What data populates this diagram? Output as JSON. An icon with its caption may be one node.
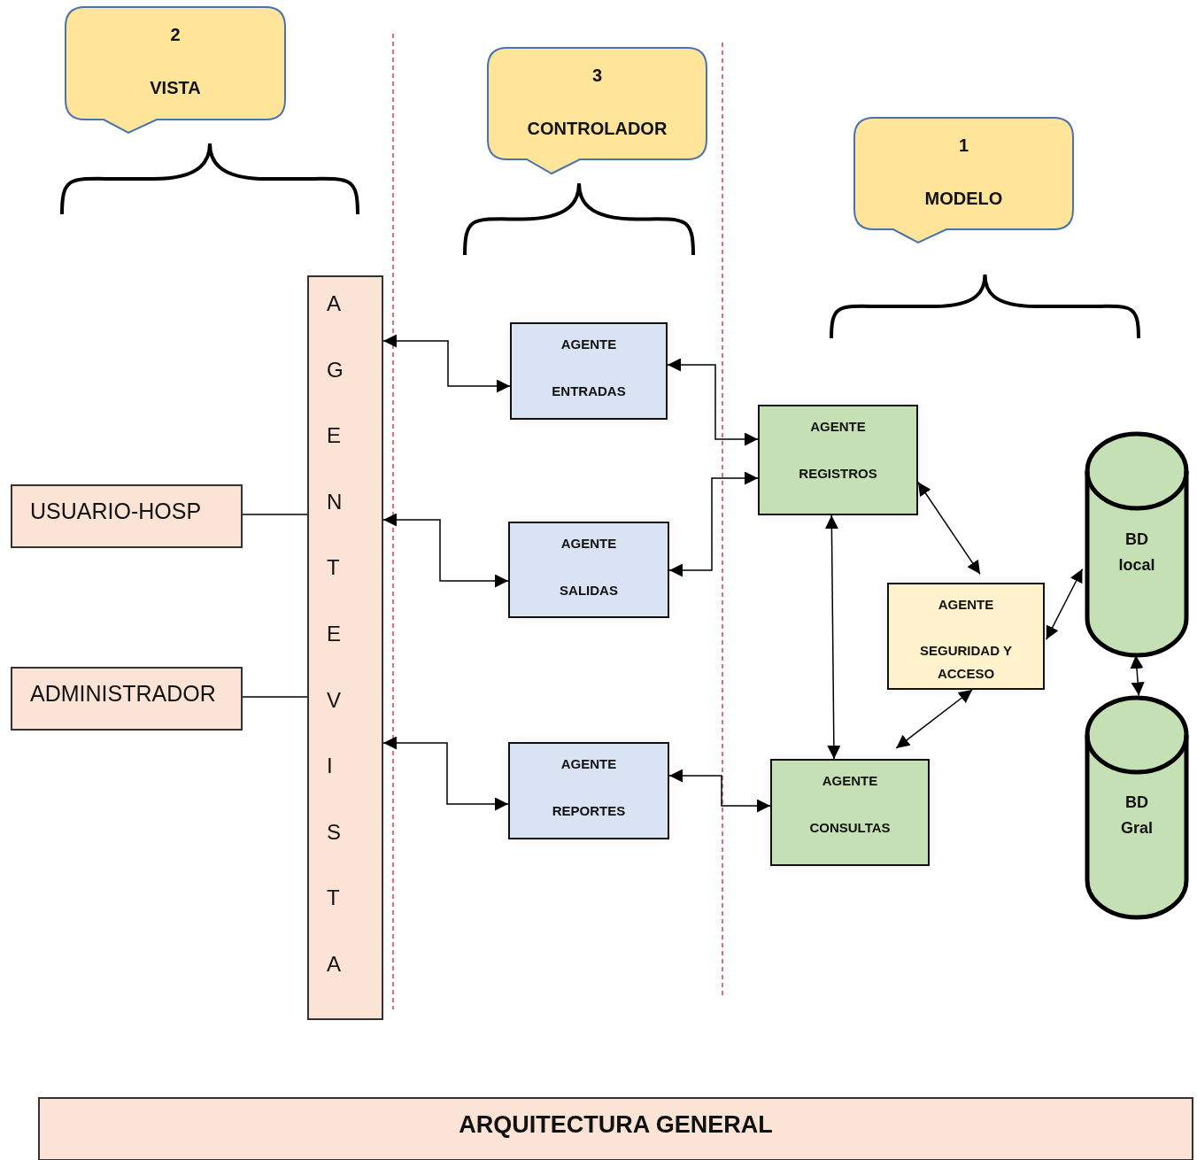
{
  "diagram": {
    "nodes": [
      {
        "text": [
          "2",
          "VISTA"
        ]
      },
      {
        "text": [
          "3",
          "CONTROLADOR"
        ]
      },
      {
        "text": [
          "1",
          "MODELO"
        ]
      },
      {
        "text": [
          "AGENTE VISTA"
        ]
      },
      {
        "text": [
          "USUARIO-HOSP"
        ]
      },
      {
        "text": [
          "ADMINISTRADOR"
        ]
      },
      {
        "text": [
          "AGENTE",
          "ENTRADAS"
        ]
      },
      {
        "text": [
          "AGENTE",
          "SALIDAS"
        ]
      },
      {
        "text": [
          "AGENTE",
          "REPORTES"
        ]
      },
      {
        "text": [
          "AGENTE",
          "REGISTROS"
        ]
      },
      {
        "text": [
          "AGENTE",
          "SEGURIDAD Y ACCESO"
        ]
      },
      {
        "text": [
          "AGENTE",
          "CONSULTAS"
        ]
      },
      {
        "text": [
          "BD local"
        ]
      },
      {
        "text": [
          "BD Gral"
        ]
      },
      {
        "text": [
          "ARQUITECTURA GENERAL"
        ]
      }
    ],
    "edges": [
      {
        "from": 4,
        "to": 3,
        "arrow": "none"
      },
      {
        "from": 5,
        "to": 3,
        "arrow": "none"
      },
      {
        "from": 3,
        "to": 6,
        "arrow": "both"
      },
      {
        "from": 3,
        "to": 7,
        "arrow": "both"
      },
      {
        "from": 3,
        "to": 8,
        "arrow": "both"
      },
      {
        "from": 6,
        "to": 9,
        "arrow": "both"
      },
      {
        "from": 7,
        "to": 9,
        "arrow": "both"
      },
      {
        "from": 8,
        "to": 11,
        "arrow": "both"
      },
      {
        "from": 9,
        "to": 11,
        "arrow": "both"
      },
      {
        "from": 9,
        "to": 10,
        "arrow": "both"
      },
      {
        "from": 10,
        "to": 11,
        "arrow": "both"
      },
      {
        "from": 10,
        "to": 12,
        "arrow": "both"
      },
      {
        "from": 12,
        "to": 13,
        "arrow": "both"
      }
    ]
  }
}
